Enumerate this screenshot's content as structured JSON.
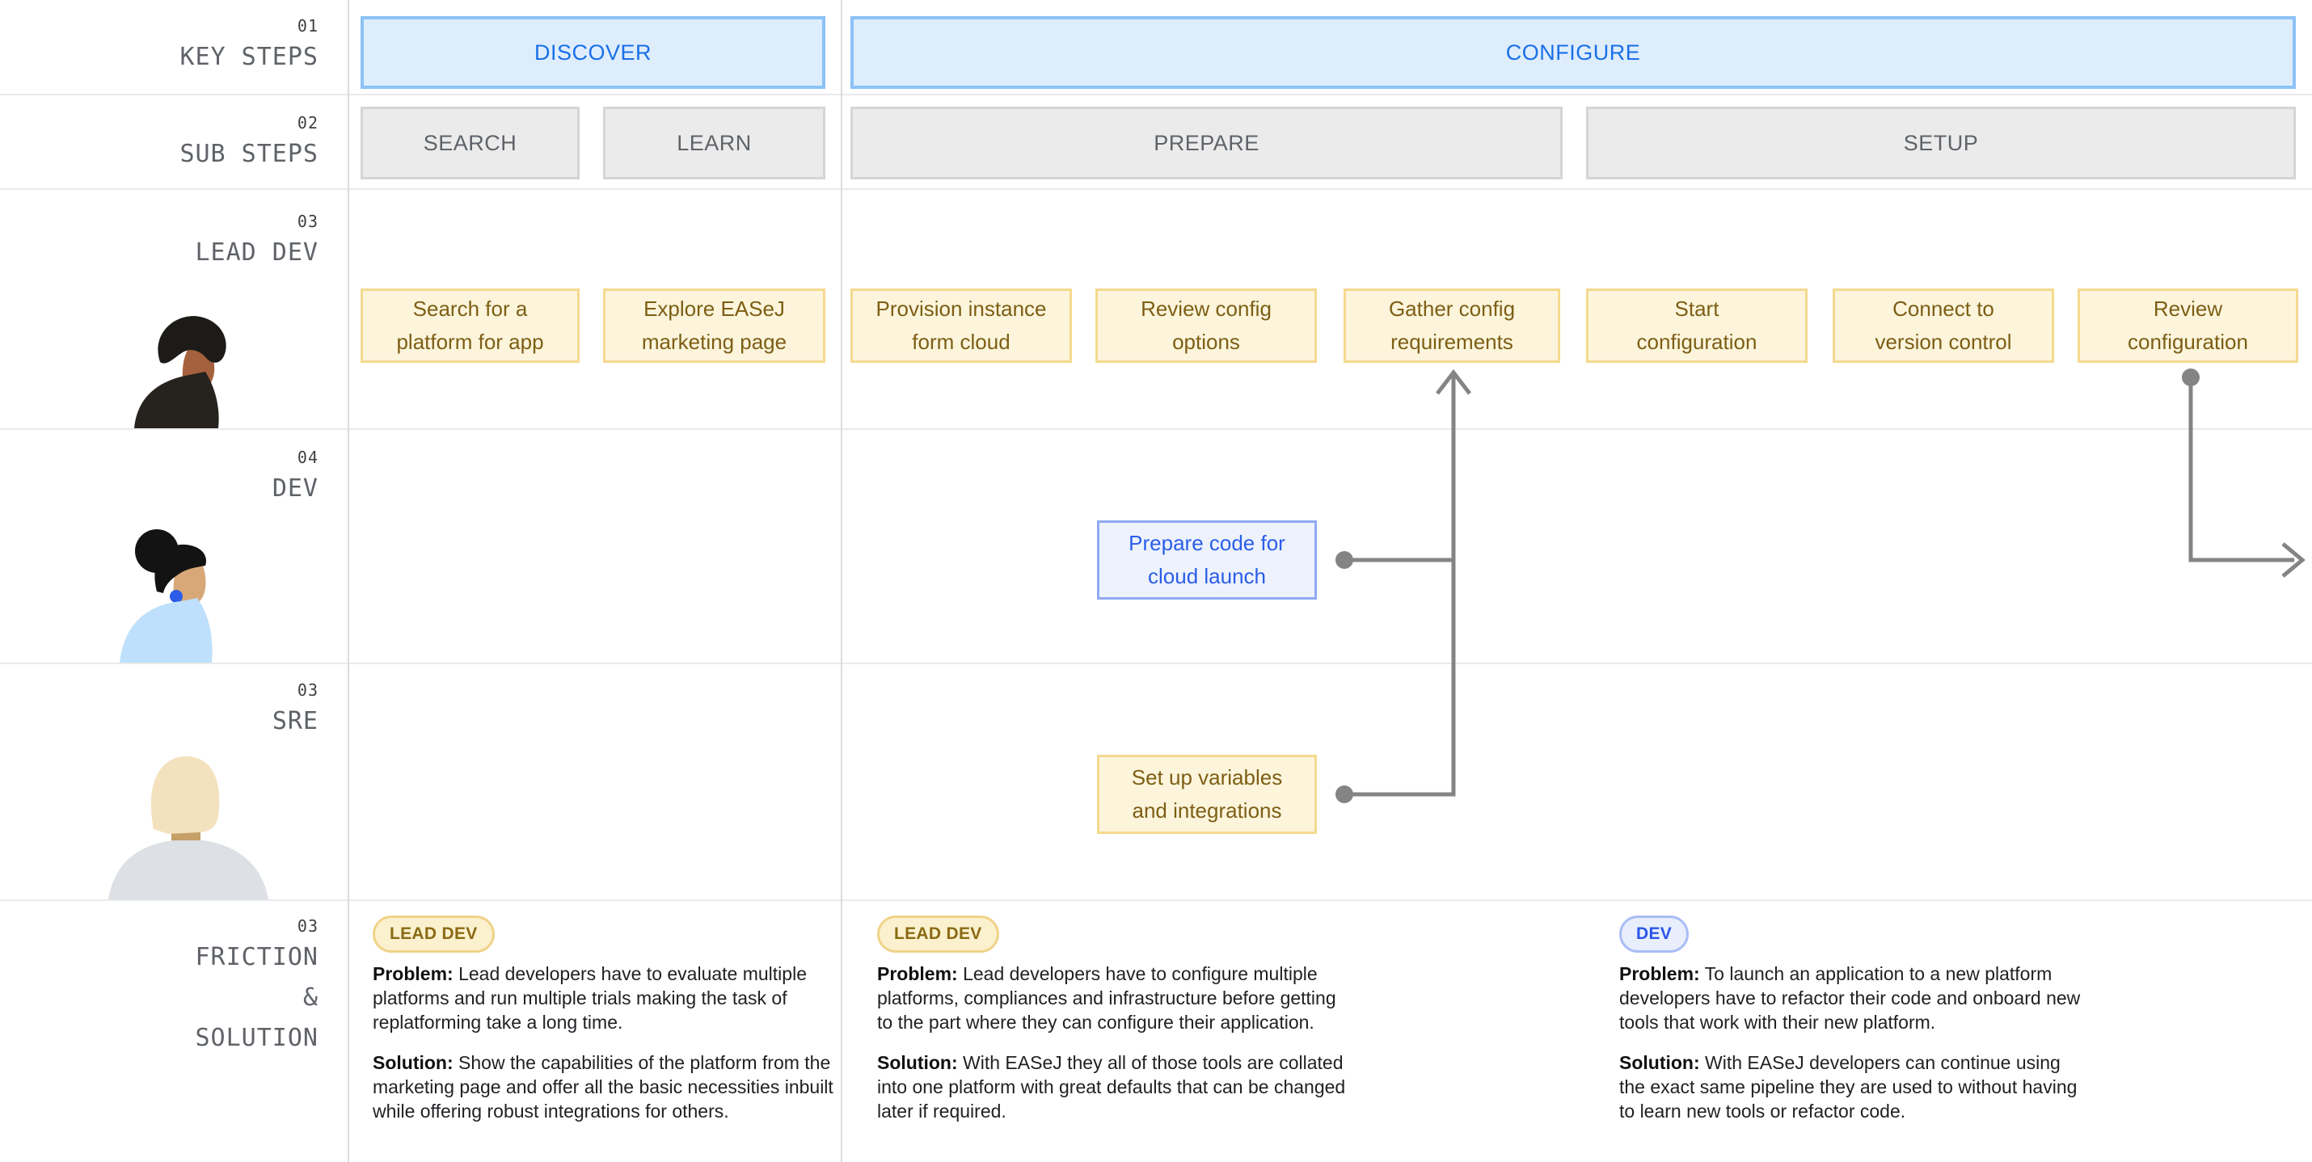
{
  "colors": {
    "key_step_fill": "#DEEDFC",
    "key_step_border": "#8CC2F7",
    "key_step_text": "#1A6FE8",
    "sub_step_fill": "#EBEBEB",
    "sub_step_border": "#D5D5D5",
    "sub_step_text": "#5F6368",
    "task_fill": "#FCF5DC",
    "task_border": "#F5D98F",
    "task_text": "#7D5E14",
    "dev_task_fill": "#EDF2FD",
    "dev_task_border": "#8FA9F2",
    "dev_task_text": "#2B5DE8",
    "connector": "#848484"
  },
  "rows": [
    {
      "num": "01",
      "lines": [
        "KEY STEPS"
      ]
    },
    {
      "num": "02",
      "lines": [
        "SUB STEPS"
      ]
    },
    {
      "num": "03",
      "lines": [
        "LEAD DEV"
      ]
    },
    {
      "num": "04",
      "lines": [
        "DEV"
      ]
    },
    {
      "num": "03",
      "lines": [
        "SRE"
      ]
    },
    {
      "num": "03",
      "lines": [
        "FRICTION",
        "&",
        "SOLUTION"
      ]
    }
  ],
  "key_steps": [
    {
      "label": "DISCOVER"
    },
    {
      "label": "CONFIGURE"
    }
  ],
  "sub_steps": [
    {
      "label": "SEARCH"
    },
    {
      "label": "LEARN"
    },
    {
      "label": "PREPARE"
    },
    {
      "label": "SETUP"
    }
  ],
  "lead_dev_tasks": [
    {
      "line1": "Search for a",
      "line2": "platform for app"
    },
    {
      "line1": "Explore EASeJ",
      "line2": "marketing page"
    },
    {
      "line1": "Provision instance",
      "line2": "form cloud"
    },
    {
      "line1": "Review config",
      "line2": "options"
    },
    {
      "line1": "Gather config",
      "line2": "requirements"
    },
    {
      "line1": "Start",
      "line2": "configuration"
    },
    {
      "line1": "Connect to",
      "line2": "version control"
    },
    {
      "line1": "Review",
      "line2": "configuration"
    }
  ],
  "dev_task": {
    "line1": "Prepare code for",
    "line2": "cloud launch"
  },
  "sre_task": {
    "line1": "Set up variables",
    "line2": "and integrations"
  },
  "friction": [
    {
      "badge": "LEAD DEV",
      "problem_label": "Problem:",
      "problem": "Lead developers have to evaluate multiple platforms and run multiple trials making the task of replatforming take a long time.",
      "solution_label": "Solution:",
      "solution": "Show the capabilities of the platform from the marketing page and offer all the basic necessities inbuilt while offering robust integrations for others."
    },
    {
      "badge": "LEAD DEV",
      "problem_label": "Problem:",
      "problem": "Lead developers have to configure multiple platforms, compliances and infrastructure before getting to the part where they can configure their application.",
      "solution_label": "Solution:",
      "solution": "With EASeJ they all of those tools are collated into one platform with great defaults that can be changed later if required."
    },
    {
      "badge": "DEV",
      "problem_label": "Problem:",
      "problem": "To launch an application to a new platform developers have to refactor their code and onboard new tools that work with their new platform.",
      "solution_label": "Solution:",
      "solution": "With EASeJ developers can continue using the exact same pipeline they are used to without having to learn new tools or refactor code."
    }
  ]
}
